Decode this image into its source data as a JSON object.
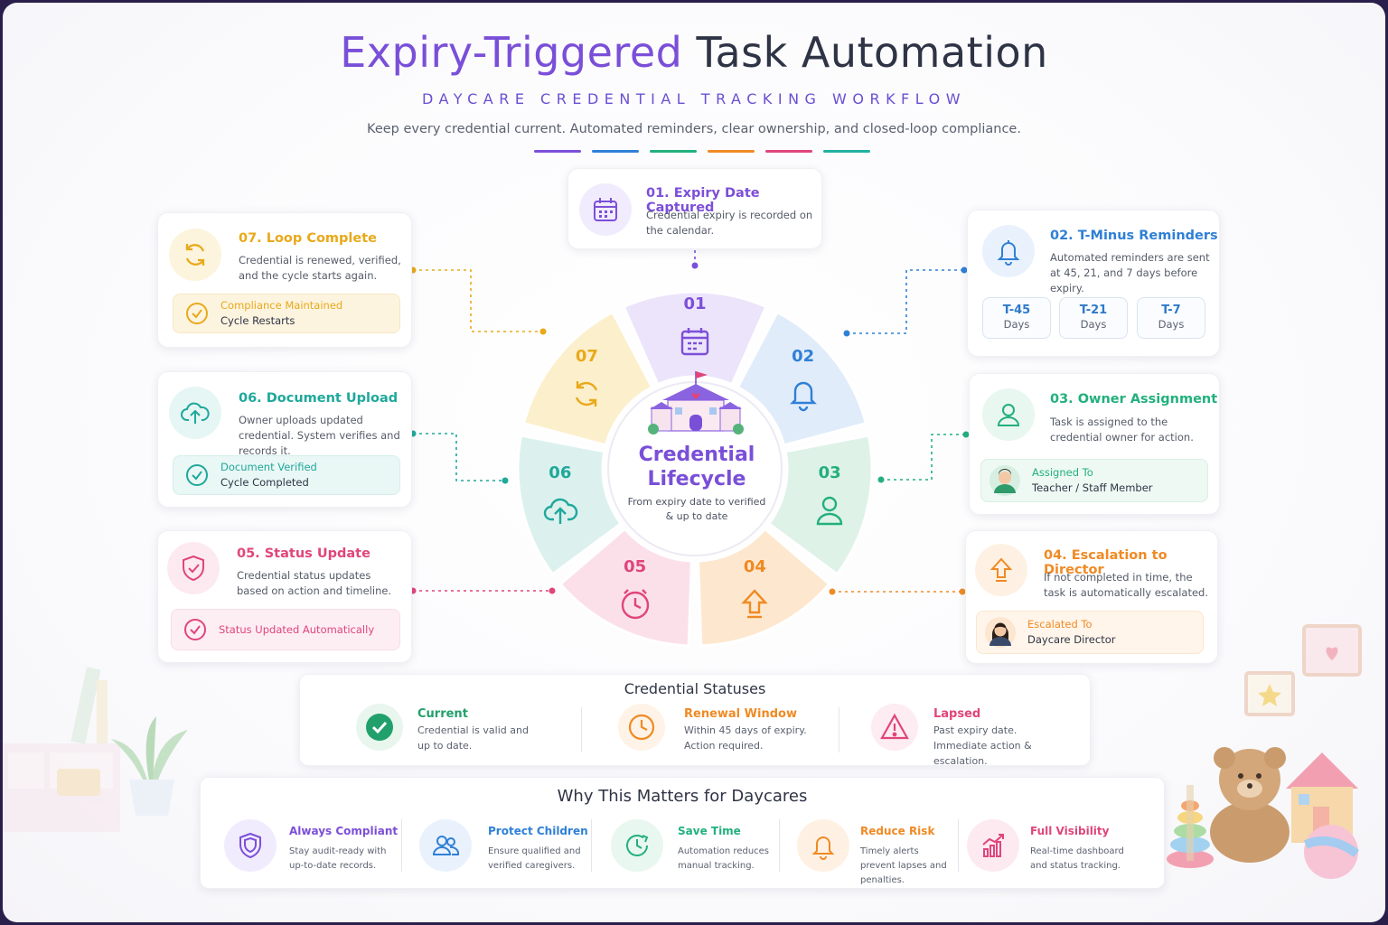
{
  "header": {
    "title_accent": "Expiry-Triggered",
    "title_rest": "Task Automation",
    "subtitle": "DAYCARE CREDENTIAL TRACKING WORKFLOW",
    "tagline": "Keep every credential current. Automated reminders, clear ownership, and closed-loop compliance.",
    "accent_colors": [
      "#7c4fd8",
      "#2f80d6",
      "#22b07d",
      "#f08a24",
      "#e0457b",
      "#22b0a0"
    ]
  },
  "center": {
    "title": "Credential Lifecycle",
    "subtitle": "From expiry date to verified & up to date"
  },
  "segments": [
    {
      "num": "01",
      "color": "#7c4fd8",
      "icon": "calendar-icon"
    },
    {
      "num": "02",
      "color": "#2f80d6",
      "icon": "bell-icon"
    },
    {
      "num": "03",
      "color": "#22b07d",
      "icon": "user-icon"
    },
    {
      "num": "04",
      "color": "#f08a24",
      "icon": "arrow-up-icon"
    },
    {
      "num": "05",
      "color": "#e0457b",
      "icon": "clock-icon"
    },
    {
      "num": "06",
      "color": "#1fa89b",
      "icon": "cloud-upload-icon"
    },
    {
      "num": "07",
      "color": "#e8a91a",
      "icon": "refresh-icon"
    }
  ],
  "steps": {
    "s01": {
      "title": "01. Expiry Date Captured",
      "desc": "Credential expiry is recorded on the calendar."
    },
    "s02": {
      "title": "02. T-Minus Reminders",
      "desc": "Automated reminders are sent at 45, 21, and 7 days before expiry.",
      "reminders": [
        {
          "label": "T-45",
          "unit": "Days"
        },
        {
          "label": "T-21",
          "unit": "Days"
        },
        {
          "label": "T-7",
          "unit": "Days"
        }
      ]
    },
    "s03": {
      "title": "03. Owner Assignment",
      "desc": "Task is assigned to the credential owner for action.",
      "chip_label": "Assigned To",
      "chip_value": "Teacher / Staff Member"
    },
    "s04": {
      "title": "04. Escalation to Director",
      "desc": "If not completed in time, the task is automatically escalated.",
      "chip_label": "Escalated To",
      "chip_value": "Daycare Director"
    },
    "s05": {
      "title": "05. Status Update",
      "desc": "Credential status updates based on action and timeline.",
      "chip_label": "Status Updated Automatically"
    },
    "s06": {
      "title": "06. Document Upload",
      "desc": "Owner uploads updated credential. System verifies and records it.",
      "chip_label": "Document Verified",
      "chip_value": "Cycle Completed"
    },
    "s07": {
      "title": "07. Loop Complete",
      "desc": "Credential is renewed, verified, and the cycle starts again.",
      "chip_label": "Compliance Maintained",
      "chip_value": "Cycle Restarts"
    }
  },
  "statuses": {
    "title": "Credential Statuses",
    "items": [
      {
        "label": "Current",
        "desc": "Credential is valid and up to date.",
        "color": "#22a06b"
      },
      {
        "label": "Renewal Window",
        "desc": "Within 45 days of expiry. Action required.",
        "color": "#f08a24"
      },
      {
        "label": "Lapsed",
        "desc": "Past expiry date. Immediate action & escalation.",
        "color": "#e0457b"
      }
    ]
  },
  "why": {
    "title": "Why This Matters for Daycares",
    "items": [
      {
        "label": "Always Compliant",
        "desc": "Stay audit-ready with up-to-date records.",
        "color": "#7c4fd8"
      },
      {
        "label": "Protect Children",
        "desc": "Ensure qualified and verified caregivers.",
        "color": "#2f80d6"
      },
      {
        "label": "Save Time",
        "desc": "Automation reduces manual tracking.",
        "color": "#22b07d"
      },
      {
        "label": "Reduce Risk",
        "desc": "Timely alerts prevent lapses and penalties.",
        "color": "#f08a24"
      },
      {
        "label": "Full Visibility",
        "desc": "Real-time dashboard and status tracking.",
        "color": "#e0457b"
      }
    ]
  }
}
